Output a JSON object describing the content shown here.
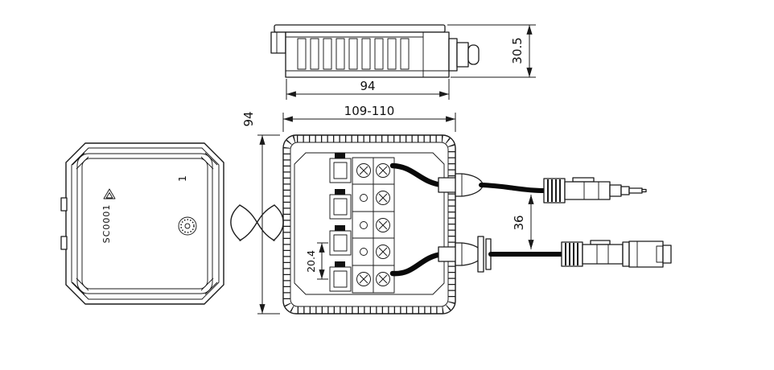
{
  "drawing": {
    "side_view": {
      "width": "94",
      "height": "30.5"
    },
    "open_view": {
      "width": "109-110",
      "height": "94",
      "pitch": "20.4"
    },
    "cables": {
      "spacing": "36"
    },
    "lid": {
      "model": "SC0001",
      "number": "1"
    }
  }
}
